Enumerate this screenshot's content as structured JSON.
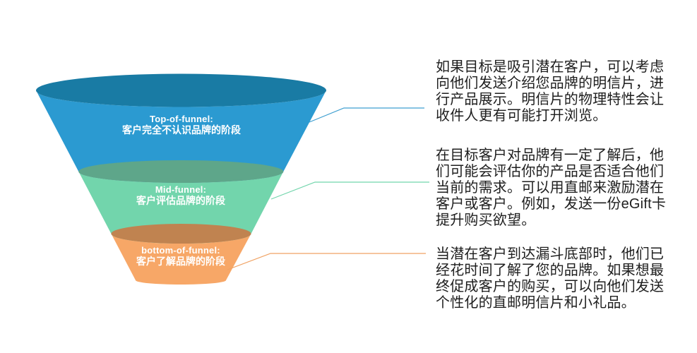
{
  "funnel": {
    "tiers": [
      {
        "id": "top-of-funnel",
        "label_en": "Top-of-funnel:",
        "label_zh": "客户完全不认识品牌的阶段",
        "body_color": "#2B9AD1",
        "top_color": "#197BA4"
      },
      {
        "id": "mid-funnel",
        "label_en": "Mid-funnel:",
        "label_zh": "客户评估品牌的阶段",
        "body_color": "#72D5AC",
        "top_color": "#5EA68A"
      },
      {
        "id": "bottom-of-funnel",
        "label_en": "bottom-of-funnel:",
        "label_zh": "客户了解品牌的阶段",
        "body_color": "#F7A767",
        "top_color": "#C08350"
      }
    ]
  },
  "connectors": {
    "top": "#3E9FD0",
    "mid": "#72D5AC",
    "bottom": "#F0A263"
  },
  "paragraphs": [
    {
      "text": "如果目标是吸引潜在客户，可以考虑\n向他们发送介绍您品牌的明信片，进\n行产品展示。明信片的物理特性会让\n收件人更有可能打开浏览。"
    },
    {
      "text": "在目标客户对品牌有一定了解后，他\n们可能会评估你的产品是否适合他们\n当前的需求。可以用直邮来激励潜在\n客户或客户。例如，发送一份eGift卡\n提升购买欲望。"
    },
    {
      "text": "当潜在客户到达漏斗底部时，他们已\n经花时间了解了您的品牌。如果想最\n终促成客户的购买，可以向他们发送\n个性化的直邮明信片和小礼品。"
    }
  ],
  "colors": {
    "background": "#ffffff",
    "paragraph_text": "#1e1e1e",
    "label_text": "#ffffff"
  }
}
